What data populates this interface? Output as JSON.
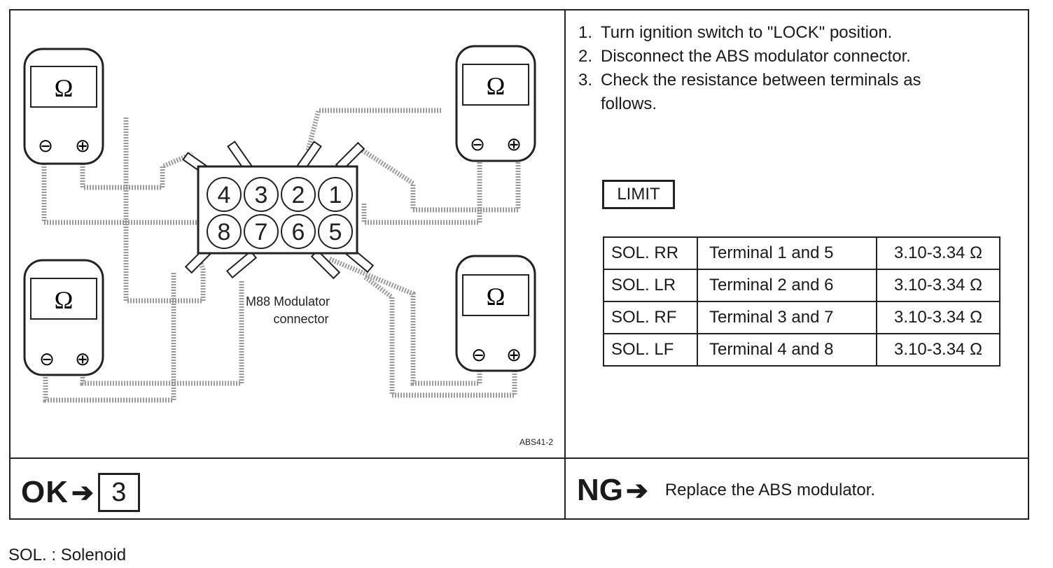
{
  "diagram": {
    "meter_symbol": "Ω",
    "minus_symbol": "⊖",
    "plus_symbol": "⊕",
    "connector_terminals_top": [
      "4",
      "3",
      "2",
      "1"
    ],
    "connector_terminals_bottom": [
      "8",
      "7",
      "6",
      "5"
    ],
    "connector_caption_line1": "M88 Modulator",
    "connector_caption_line2": "connector",
    "figure_id": "ABS41-2"
  },
  "steps": [
    {
      "num": "1.",
      "text": "Turn ignition switch to \"LOCK\" position."
    },
    {
      "num": "2.",
      "text": "Disconnect the ABS modulator connector."
    },
    {
      "num": "3.",
      "text": "Check the resistance between terminals as"
    },
    {
      "num": "",
      "text": "follows."
    }
  ],
  "limit_label": "LIMIT",
  "limits_table": [
    {
      "solenoid": "SOL. RR",
      "terminals": "Terminal 1 and 5",
      "value": "3.10-3.34 Ω"
    },
    {
      "solenoid": "SOL. LR",
      "terminals": "Terminal 2 and 6",
      "value": "3.10-3.34 Ω"
    },
    {
      "solenoid": "SOL. RF",
      "terminals": "Terminal 3 and 7",
      "value": "3.10-3.34 Ω"
    },
    {
      "solenoid": "SOL. LF",
      "terminals": "Terminal 4 and 8",
      "value": "3.10-3.34 Ω"
    }
  ],
  "ok": {
    "label": "OK",
    "arrow": "➔",
    "target": "3"
  },
  "ng": {
    "label": "NG",
    "arrow": "➔",
    "text": "Replace the ABS modulator."
  },
  "footnote": "SOL. : Solenoid"
}
